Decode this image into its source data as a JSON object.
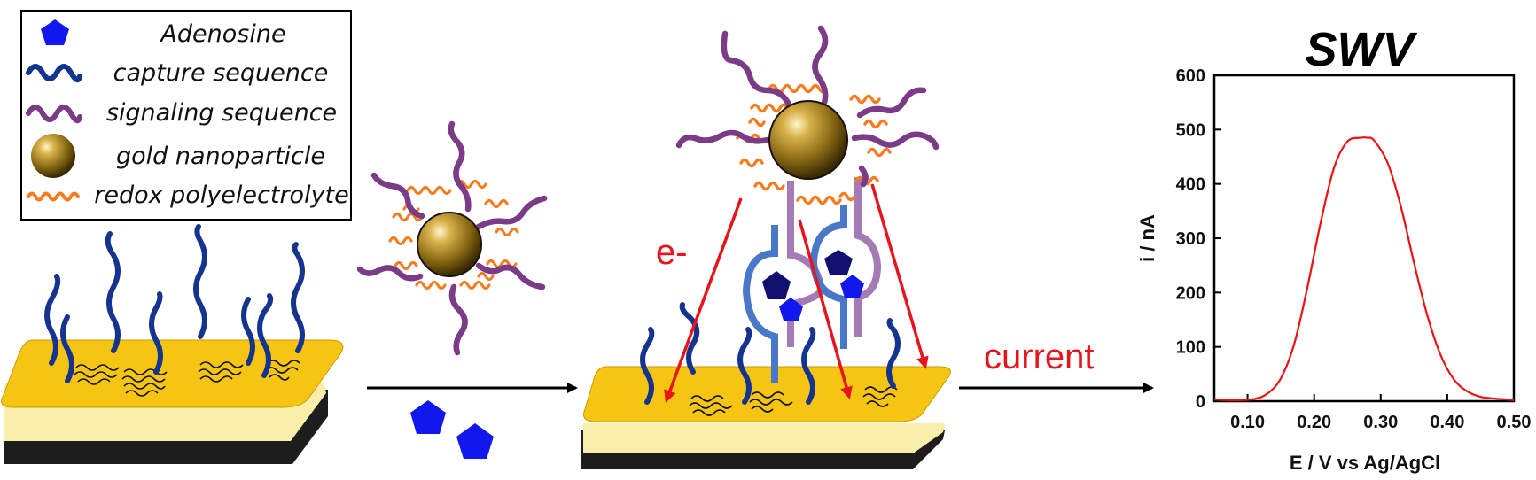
{
  "legend": {
    "items": [
      {
        "label": "Adenosine",
        "icon": "adenosine-pentagon-icon"
      },
      {
        "label": "capture sequence",
        "icon": "capture-sequence-icon"
      },
      {
        "label": "signaling sequence",
        "icon": "signaling-sequence-icon"
      },
      {
        "label": "gold nanoparticle",
        "icon": "gold-nanoparticle-icon"
      },
      {
        "label": "redox polyelectrolyte",
        "icon": "redox-polyelectrolyte-icon"
      }
    ]
  },
  "labels": {
    "electron": "e-",
    "current": "current"
  },
  "colors": {
    "capture": "#14348f",
    "signaling": "#7b3b86",
    "redox": "#f57c1f",
    "adenosine": "#1018ee",
    "arrow_red": "#e8141b",
    "electrode_gold": "#f5c214",
    "electrode_base": "#1d1d1d",
    "curve": "#ee1111"
  },
  "chart_data": {
    "type": "line",
    "title": "SWV",
    "xlabel": "E / V vs Ag/AgCl",
    "ylabel": "i / nA",
    "xlim": [
      0.05,
      0.5
    ],
    "ylim": [
      0,
      600
    ],
    "xticks": [
      "0.10",
      "0.20",
      "0.30",
      "0.40",
      "0.50"
    ],
    "xtick_values": [
      0.1,
      0.2,
      0.3,
      0.4,
      0.5
    ],
    "yticks": [
      "0",
      "100",
      "200",
      "300",
      "400",
      "500",
      "600"
    ],
    "ytick_values": [
      0,
      100,
      200,
      300,
      400,
      500,
      600
    ],
    "series": [
      {
        "x": [
          0.05,
          0.07,
          0.09,
          0.11,
          0.13,
          0.15,
          0.17,
          0.19,
          0.21,
          0.23,
          0.25,
          0.27,
          0.28,
          0.29,
          0.31,
          0.33,
          0.35,
          0.37,
          0.39,
          0.41,
          0.43,
          0.45,
          0.47,
          0.49,
          0.5
        ],
        "values": [
          3,
          2,
          2,
          4,
          14,
          42,
          105,
          210,
          330,
          430,
          478,
          485,
          485,
          480,
          440,
          360,
          255,
          158,
          85,
          40,
          18,
          8,
          5,
          3,
          2
        ]
      }
    ]
  }
}
